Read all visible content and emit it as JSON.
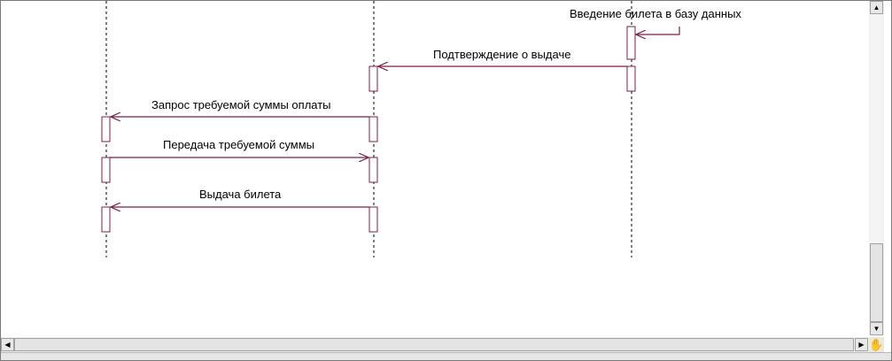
{
  "diagram": {
    "messages": {
      "m1": "Введение билета в базу данных",
      "m2": "Подтверждение о выдаче",
      "m3": "Запрос требуемой суммы оплаты",
      "m4": "Передача требуемой суммы",
      "m5": "Выдача билета"
    },
    "colors": {
      "message_line": "#7a1f4a",
      "activation_border": "#7a1f4a",
      "lifeline": "#000000"
    }
  },
  "scrollbars": {
    "up_arrow_icon": "▲",
    "down_arrow_icon": "▼",
    "left_arrow_icon": "◀",
    "right_arrow_icon": "▶",
    "hand_icon": "✋"
  }
}
